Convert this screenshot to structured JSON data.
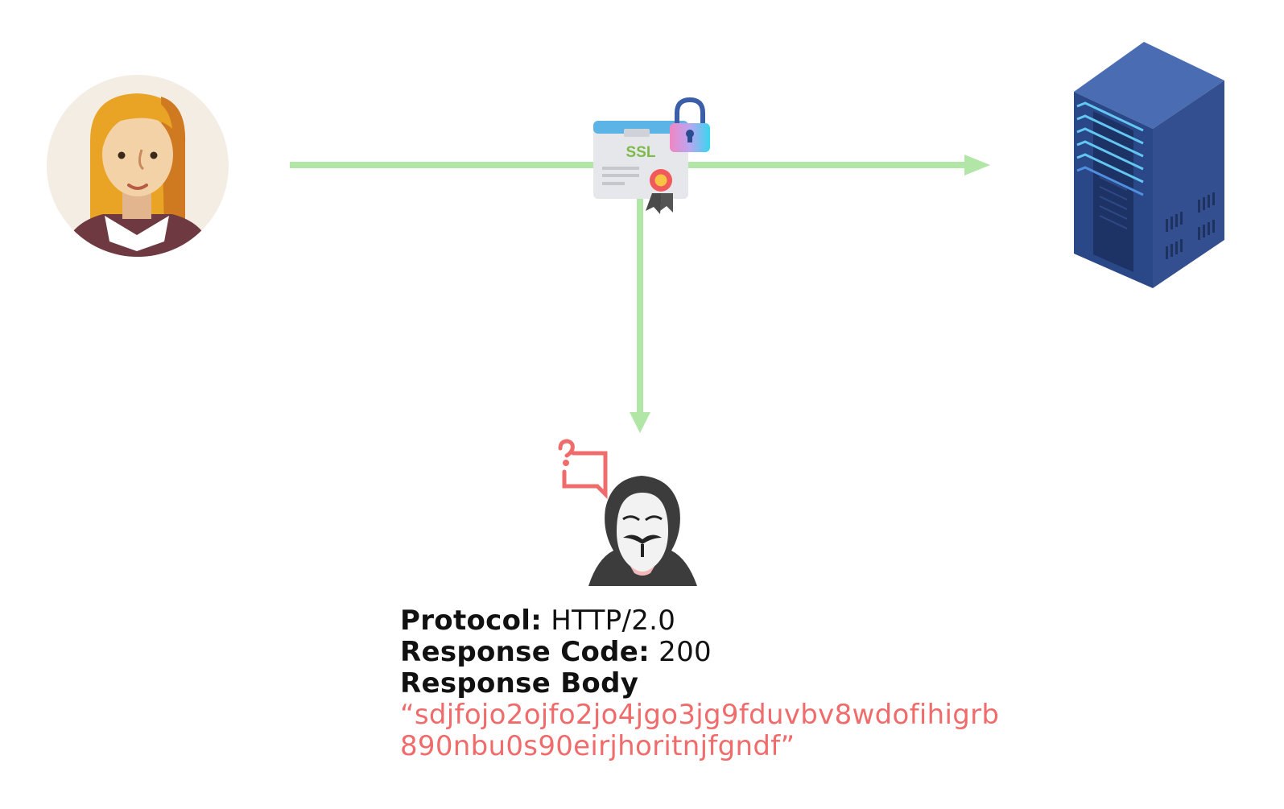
{
  "colors": {
    "arrow": "#b2e6a6",
    "cipher_text": "#f06b6b",
    "server": "#2e4a86",
    "ssl_text": "#7dba4a"
  },
  "icons": {
    "client": "woman-avatar-icon",
    "certificate": "ssl-certificate-icon",
    "lock": "padlock-icon",
    "server": "server-icon",
    "attacker": "anonymous-hacker-icon",
    "question": "question-bubble-icon"
  },
  "certificate": {
    "label": "SSL"
  },
  "response": {
    "protocol_label": "Protocol:",
    "protocol_value": "HTTP/2.0",
    "code_label": "Response Code:",
    "code_value": "200",
    "body_label": "Response Body",
    "body_value": "“sdjfojo2ojfo2jo4jgo3jg9fduvbv8wdofihigrb 890nbu0s90eirjhoritnjfgndf”"
  }
}
